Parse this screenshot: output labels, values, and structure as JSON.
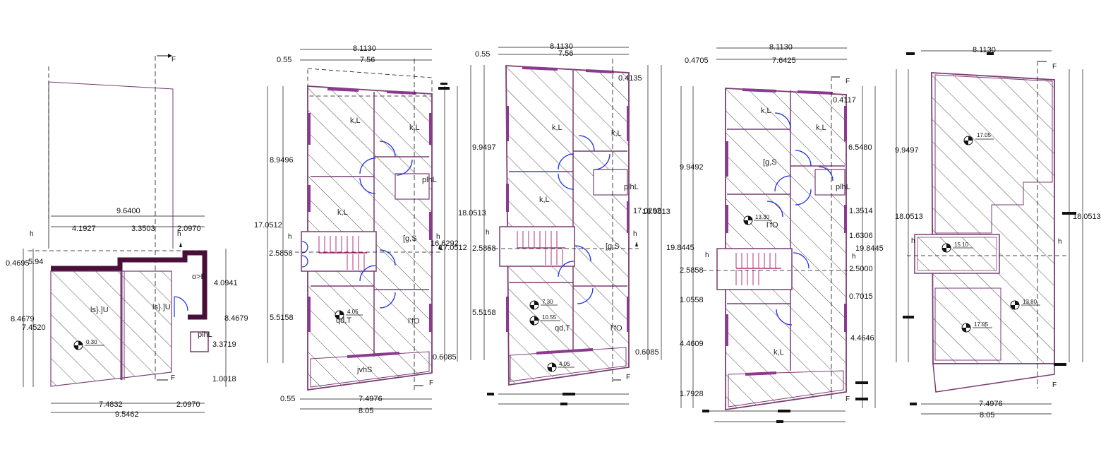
{
  "colors": {
    "wall": "#7a3d73",
    "window": "#8b3a8f",
    "door": "#2233dd",
    "heavy": "#4a0e3a",
    "line": "#111111",
    "hatch": "#333333",
    "stair": "#b0307a"
  },
  "plan1": {
    "section_mark": "F",
    "h_mark": "h",
    "lo_mark": "h",
    "top_dims": [
      "9.6400",
      "4.1927",
      "3.3503",
      "2.0970"
    ],
    "left_dims": [
      "0.4695",
      "5.94",
      "8.4679",
      "7.4520"
    ],
    "right_dims": [
      "4.0941",
      "8.4679",
      "3.3719",
      "1.0018"
    ],
    "bottom_dims": [
      "7.4832",
      "2.0970",
      "9.5462"
    ],
    "rooms": [
      "ls}.]U",
      "ls}.]U",
      "o>K",
      "plhL"
    ],
    "level": "0.30"
  },
  "plan2": {
    "section_mark": "F",
    "h_mark": "h",
    "top_dims": [
      "8.1130",
      "0.55",
      "7.56"
    ],
    "left_dims": [
      "17.0512",
      "8.9496",
      "2.5858",
      "5.5158"
    ],
    "right_dims": [
      "16.6292",
      "17.0512",
      "0.6085"
    ],
    "bottom_dims": [
      "0.55",
      "7.4976",
      "8.05"
    ],
    "rooms": [
      "k,L",
      "k,L",
      "plhL",
      "k,L",
      "[g,S",
      "lʼfO",
      "qd,T",
      "jvhS"
    ],
    "level": "4.05"
  },
  "plan3": {
    "section_mark": "F",
    "h_mark": "h",
    "top_dims": [
      "8.1130",
      "0.55",
      "7.56"
    ],
    "left_dims": [
      "18.0513",
      "9.9497",
      "2.5858",
      "5.5158"
    ],
    "right_dims": [
      "0.4135",
      "17.0292",
      "18.0513",
      "0.6085"
    ],
    "rooms": [
      "k,L",
      "k,L",
      "plhL",
      "k,L",
      "[g,S",
      "qd,T",
      "lʼfO"
    ],
    "levels": [
      "7.30",
      "10.55",
      "4.05"
    ]
  },
  "plan4": {
    "section_mark": "F",
    "h_mark": "h",
    "top_dims": [
      "8.1130",
      "0.4705",
      "7.6425"
    ],
    "left_dims": [
      "9.9492",
      "19.8445",
      "2.5858",
      "1.0558",
      "4.4609",
      "1.7928"
    ],
    "right_dims": [
      "0.4117",
      "6.5480",
      "1.3514",
      "1.6306",
      "19.8445",
      "2.5000",
      "0.7015",
      "4.4646"
    ],
    "rooms": [
      "k,L",
      "k,L",
      "[g,S",
      "plhL",
      "lʼfO",
      "k,L"
    ],
    "level": "13.30"
  },
  "plan5": {
    "section_mark": "F",
    "h_mark": "h",
    "top_dims": [
      "8.1130"
    ],
    "left_dims": [
      "9.9497",
      "18.0513"
    ],
    "right_dims": [
      "18.0513"
    ],
    "bottom_dims": [
      "7.4976",
      "8.05"
    ],
    "levels": [
      "17.05",
      "15.10",
      "13.80",
      "17.05"
    ]
  }
}
